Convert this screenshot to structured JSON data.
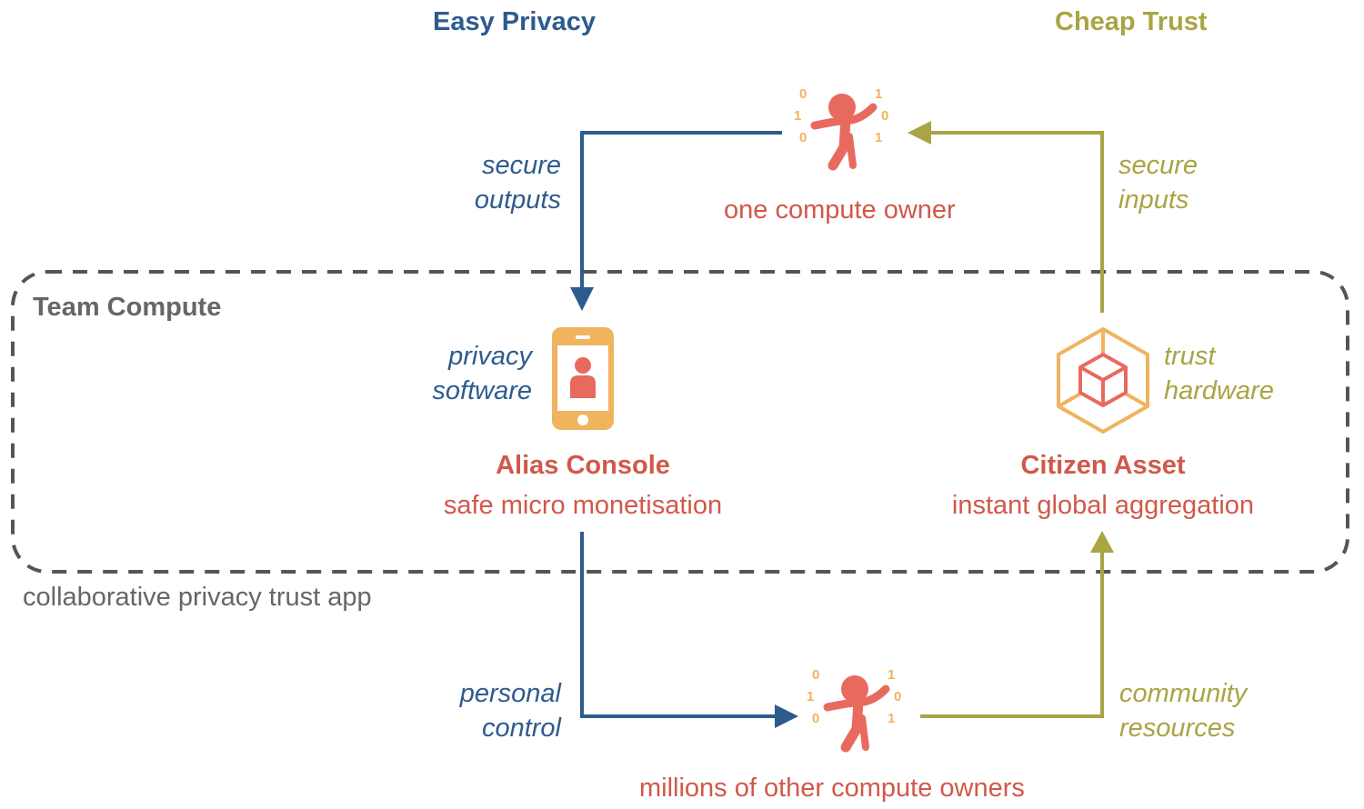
{
  "headers": {
    "left": "Easy Privacy",
    "right": "Cheap Trust"
  },
  "colors": {
    "privacy_blue": "#2e5b8e",
    "trust_olive": "#a9a444",
    "node_red": "#d1584b",
    "icon_orange": "#f0b35e",
    "icon_red": "#e86a5f",
    "group_gray": "#555555"
  },
  "nodes": {
    "one_owner": {
      "label": "one compute owner",
      "icon": "person-with-binary-icon",
      "binary_left": [
        "0",
        "1",
        "0"
      ],
      "binary_right": [
        "1",
        "0",
        "1"
      ]
    },
    "many_owners": {
      "label": "millions of other compute owners",
      "icon": "person-with-binary-icon",
      "binary_left": [
        "0",
        "1",
        "0"
      ],
      "binary_right": [
        "1",
        "0",
        "1"
      ]
    },
    "alias_console": {
      "title": "Alias Console",
      "subtitle": "safe micro monetisation",
      "icon": "smartphone-user-icon",
      "side_label": [
        "privacy",
        "software"
      ]
    },
    "citizen_asset": {
      "title": "Citizen Asset",
      "subtitle": "instant global aggregation",
      "icon": "hexagon-cube-icon",
      "side_label": [
        "trust",
        "hardware"
      ]
    }
  },
  "edges": {
    "secure_outputs": [
      "secure",
      "outputs"
    ],
    "secure_inputs": [
      "secure",
      "inputs"
    ],
    "personal_control": [
      "personal",
      "control"
    ],
    "community_resources": [
      "community",
      "resources"
    ]
  },
  "group": {
    "title": "Team Compute",
    "caption": "collaborative privacy trust app"
  }
}
